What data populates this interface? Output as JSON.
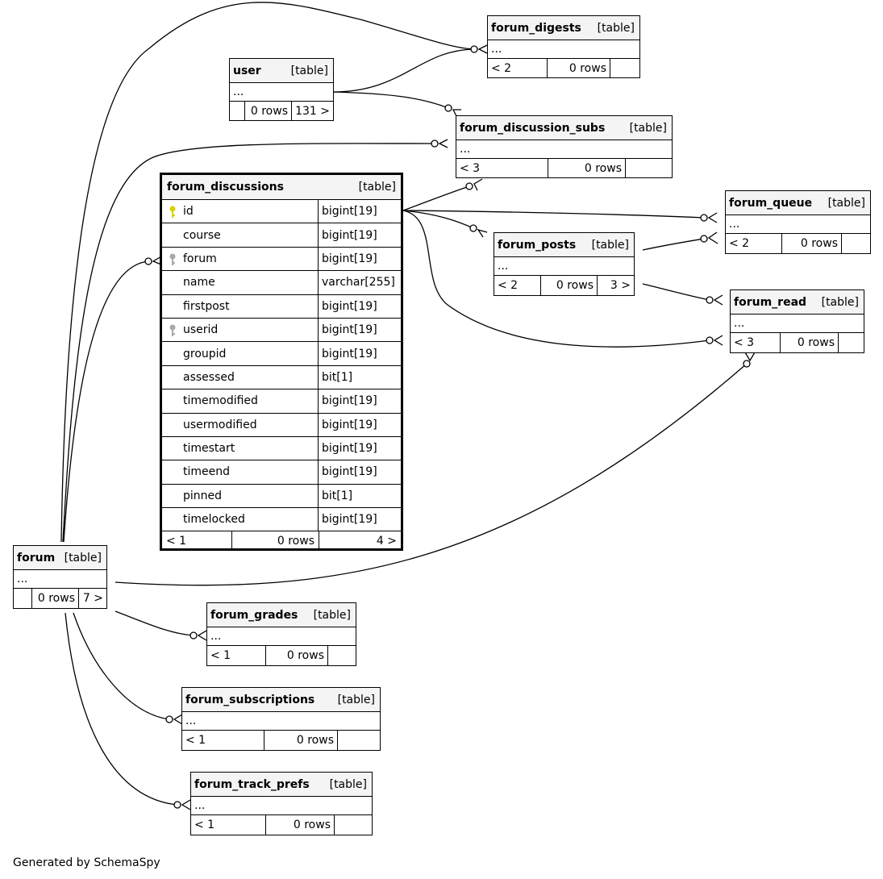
{
  "footer": "Generated by SchemaSpy",
  "tables": {
    "forum_digests": {
      "name": "forum_digests",
      "kind": "[table]",
      "ellipsis": "...",
      "f1": "< 2",
      "f2": "0 rows",
      "f3": ""
    },
    "user": {
      "name": "user",
      "kind": "[table]",
      "ellipsis": "...",
      "f1": "",
      "f2": "0 rows",
      "f3": "131 >"
    },
    "forum_discussion_subs": {
      "name": "forum_discussion_subs",
      "kind": "[table]",
      "ellipsis": "...",
      "f1": "< 3",
      "f2": "0 rows",
      "f3": ""
    },
    "forum_queue": {
      "name": "forum_queue",
      "kind": "[table]",
      "ellipsis": "...",
      "f1": "< 2",
      "f2": "0 rows",
      "f3": ""
    },
    "forum_posts": {
      "name": "forum_posts",
      "kind": "[table]",
      "ellipsis": "...",
      "f1": "< 2",
      "f2": "0 rows",
      "f3": "3 >"
    },
    "forum_read": {
      "name": "forum_read",
      "kind": "[table]",
      "ellipsis": "...",
      "f1": "< 3",
      "f2": "0 rows",
      "f3": ""
    },
    "forum": {
      "name": "forum",
      "kind": "[table]",
      "ellipsis": "...",
      "f1": "",
      "f2": "0 rows",
      "f3": "7 >"
    },
    "forum_grades": {
      "name": "forum_grades",
      "kind": "[table]",
      "ellipsis": "...",
      "f1": "< 1",
      "f2": "0 rows",
      "f3": ""
    },
    "forum_subscriptions": {
      "name": "forum_subscriptions",
      "kind": "[table]",
      "ellipsis": "...",
      "f1": "< 1",
      "f2": "0 rows",
      "f3": ""
    },
    "forum_track_prefs": {
      "name": "forum_track_prefs",
      "kind": "[table]",
      "ellipsis": "...",
      "f1": "< 1",
      "f2": "0 rows",
      "f3": ""
    }
  },
  "main": {
    "name": "forum_discussions",
    "kind": "[table]",
    "columns": [
      {
        "name": "id",
        "type": "bigint[19]",
        "key": "primary"
      },
      {
        "name": "course",
        "type": "bigint[19]",
        "key": ""
      },
      {
        "name": "forum",
        "type": "bigint[19]",
        "key": "foreign"
      },
      {
        "name": "name",
        "type": "varchar[255]",
        "key": ""
      },
      {
        "name": "firstpost",
        "type": "bigint[19]",
        "key": ""
      },
      {
        "name": "userid",
        "type": "bigint[19]",
        "key": "foreign"
      },
      {
        "name": "groupid",
        "type": "bigint[19]",
        "key": ""
      },
      {
        "name": "assessed",
        "type": "bit[1]",
        "key": ""
      },
      {
        "name": "timemodified",
        "type": "bigint[19]",
        "key": ""
      },
      {
        "name": "usermodified",
        "type": "bigint[19]",
        "key": ""
      },
      {
        "name": "timestart",
        "type": "bigint[19]",
        "key": ""
      },
      {
        "name": "timeend",
        "type": "bigint[19]",
        "key": ""
      },
      {
        "name": "pinned",
        "type": "bit[1]",
        "key": ""
      },
      {
        "name": "timelocked",
        "type": "bigint[19]",
        "key": ""
      }
    ],
    "f1": "< 1",
    "f2": "0 rows",
    "f3": "4 >"
  },
  "colors": {
    "primary_key": "#d4d400",
    "foreign_key": "#a8a8a8",
    "header_bg": "#f4f4f4"
  }
}
